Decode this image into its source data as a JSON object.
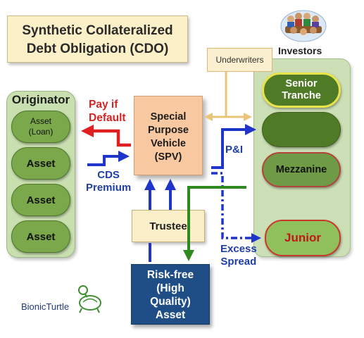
{
  "title": {
    "line1": "Synthetic Collateralized",
    "line2": "Debt Obligation (CDO)"
  },
  "originator": {
    "label": "Originator",
    "assets": [
      {
        "line1": "Asset",
        "line2": "(Loan)"
      },
      {
        "label": "Asset"
      },
      {
        "label": "Asset"
      },
      {
        "label": "Asset"
      }
    ]
  },
  "spv": {
    "line1": "Special",
    "line2": "Purpose",
    "line3": "Vehicle",
    "line4": "(SPV)"
  },
  "underwriters": "Underwriters",
  "investors": {
    "label": "Investors",
    "tranches": {
      "senior_line1": "Senior",
      "senior_line2": "Tranche",
      "mezzanine": "Mezzanine",
      "junior": "Junior"
    }
  },
  "trustee": "Trustee",
  "riskfree": {
    "line1": "Risk-free",
    "line2": "(High",
    "line3": "Quality)",
    "line4": "Asset"
  },
  "flows": {
    "pay_if_line1": "Pay if",
    "pay_if_line2": "Default",
    "cds_line1": "CDS",
    "cds_line2": "Premium",
    "pni": "P&I",
    "excess_line1": "Excess",
    "excess_line2": "Spread"
  },
  "brand": "BionicTurtle",
  "colors": {
    "red_arrow": "#e02020",
    "blue_arrow": "#1f35c9",
    "green_arrow": "#2e8a1e",
    "underwriter_line": "#e9c57a"
  },
  "icons": [
    "investors-crowd-icon",
    "turtle-logo-icon"
  ]
}
